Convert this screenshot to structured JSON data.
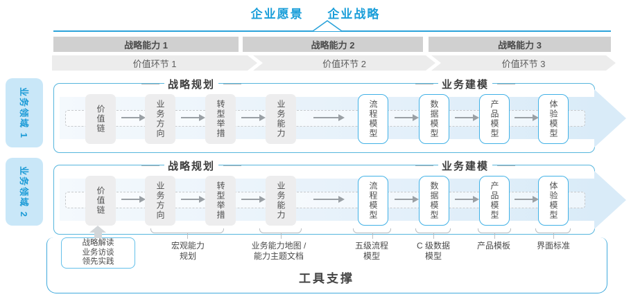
{
  "top": {
    "vision": "企业愿景",
    "strategy": "企业战略"
  },
  "strategic_capabilities": [
    "战略能力 1",
    "战略能力 2",
    "战略能力 3"
  ],
  "value_links": [
    "价值环节 1",
    "价值环节 2",
    "价值环节 3"
  ],
  "domains": [
    {
      "label": "业务领域 1"
    },
    {
      "label": "业务领域 2"
    }
  ],
  "flow": {
    "planning_header": "战略规划",
    "modeling_header": "业务建模",
    "strategy_boxes": [
      "价值链",
      "业务方向",
      "转型举措",
      "业务能力"
    ],
    "modeling_boxes": [
      "流程模型",
      "数据模型",
      "产品模型",
      "体验模型"
    ]
  },
  "annotations": {
    "interview_box": "战略解读\n业务访谈\n领先实践",
    "macro_capability": "宏观能力\n规划",
    "capability_map": "业务能力地图 /\n能力主题文档",
    "process_model": "五级流程\n模型",
    "data_model": "C 级数据\n模型",
    "product_template": "产品模板",
    "ui_standard": "界面标准"
  },
  "footer": {
    "tool_support": "工具支撑"
  },
  "colors": {
    "accent_blue": "#1a9ed9",
    "row_border_blue": "#55b5dd",
    "bar_gray": "#d0d0d0",
    "chevron_gray": "#ececec",
    "band_blue": "#d9ebf8",
    "box_gray": "#ededee",
    "box_border_blue": "#41b1e6"
  }
}
